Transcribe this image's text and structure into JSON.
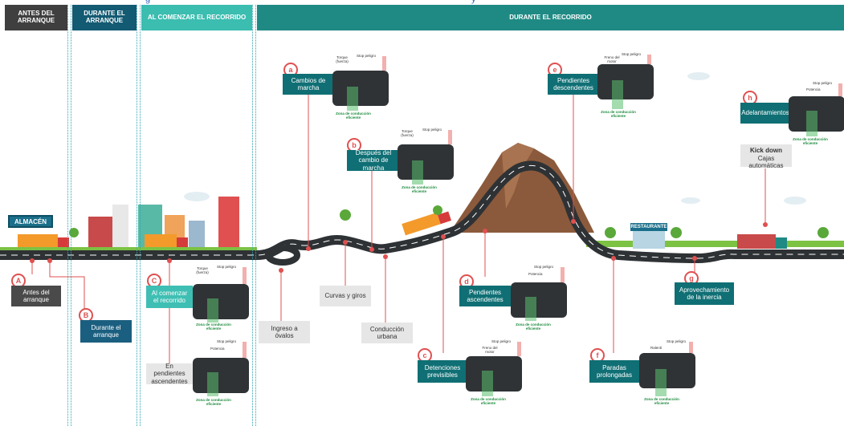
{
  "phases": [
    {
      "label": "ANTES DEL ARRANQUE",
      "color": "#3f3f3f"
    },
    {
      "label": "DURANTE EL ARRANQUE",
      "color": "#135a73"
    },
    {
      "label": "AL COMENZAR EL RECORRIDO",
      "color": "#3bbdb0"
    },
    {
      "label": "DURANTE EL RECORRIDO",
      "color": "#1f8a84"
    }
  ],
  "top_title_fragment": "g",
  "top_title_fragment2": "y",
  "signs": {
    "almacen": "ALMACÉN",
    "restaurante": "RESTAURANTE"
  },
  "labels": {
    "A": {
      "letter": "A",
      "text": "Antes del arranque"
    },
    "B": {
      "letter": "B",
      "text": "Durante el arranque"
    },
    "C": {
      "letter": "C",
      "text": "Al comenzar el recorrido"
    },
    "en_pendientes": "En pendientes ascendentes",
    "ingreso": "Ingreso a óvalos",
    "curvas": "Curvas y giros",
    "conduccion": "Conducción urbana",
    "a": {
      "letter": "a",
      "text": "Cambios de marcha"
    },
    "b": {
      "letter": "b",
      "text": "Después del cambio de marcha"
    },
    "c": {
      "letter": "c",
      "text": "Detenciones previsibles"
    },
    "d": {
      "letter": "d",
      "text": "Pendientes ascendentes"
    },
    "e": {
      "letter": "e",
      "text": "Pendientes descendentes"
    },
    "f": {
      "letter": "f",
      "text": "Paradas prolongadas"
    },
    "g": {
      "letter": "g",
      "text": "Aprovechamiento de la inercia"
    },
    "h": {
      "letter": "h",
      "text": "Adelantamientos"
    }
  },
  "kickdown": {
    "title": "Kick down",
    "subtitle": "Cajas automáticas"
  },
  "gauge": {
    "stop": "Stop peligro",
    "zone": "Zona de conducción eficiente",
    "torque": "Torque (fuerza)",
    "potencia": "Potencia",
    "freno": "Freno del motor",
    "ralenti": "Ralentí"
  },
  "colors": {
    "road": "#2e3235",
    "teal": "#0f6f74",
    "red": "#e05050",
    "grass": "#7cc243",
    "mountain": "#8b5a3c"
  }
}
